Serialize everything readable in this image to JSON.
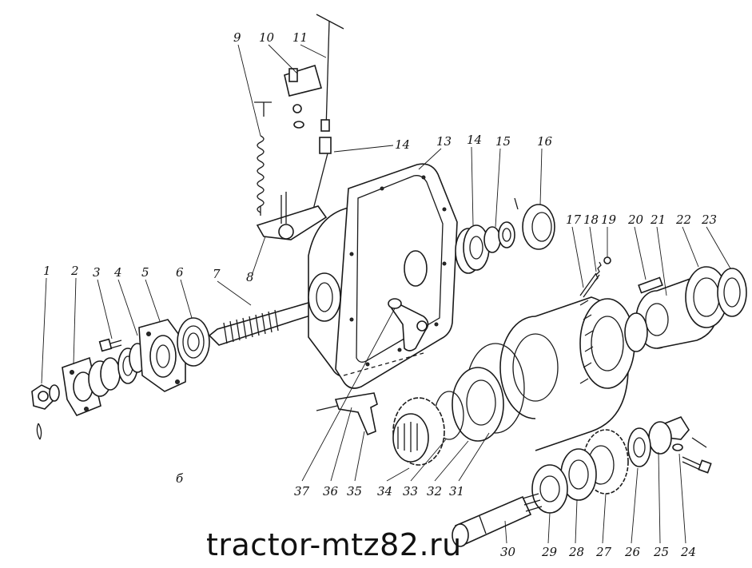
{
  "figure": {
    "callouts": [
      "1",
      "2",
      "3",
      "4",
      "5",
      "6",
      "7",
      "8",
      "9",
      "10",
      "11",
      "14",
      "13",
      "14",
      "15",
      "16",
      "17",
      "18",
      "19",
      "20",
      "21",
      "22",
      "23",
      "24",
      "25",
      "26",
      "27",
      "28",
      "29",
      "30",
      "31",
      "32",
      "33",
      "34",
      "35",
      "36",
      "37"
    ],
    "subfigure_label": "б"
  },
  "watermark": "tractor-mtz82.ru"
}
